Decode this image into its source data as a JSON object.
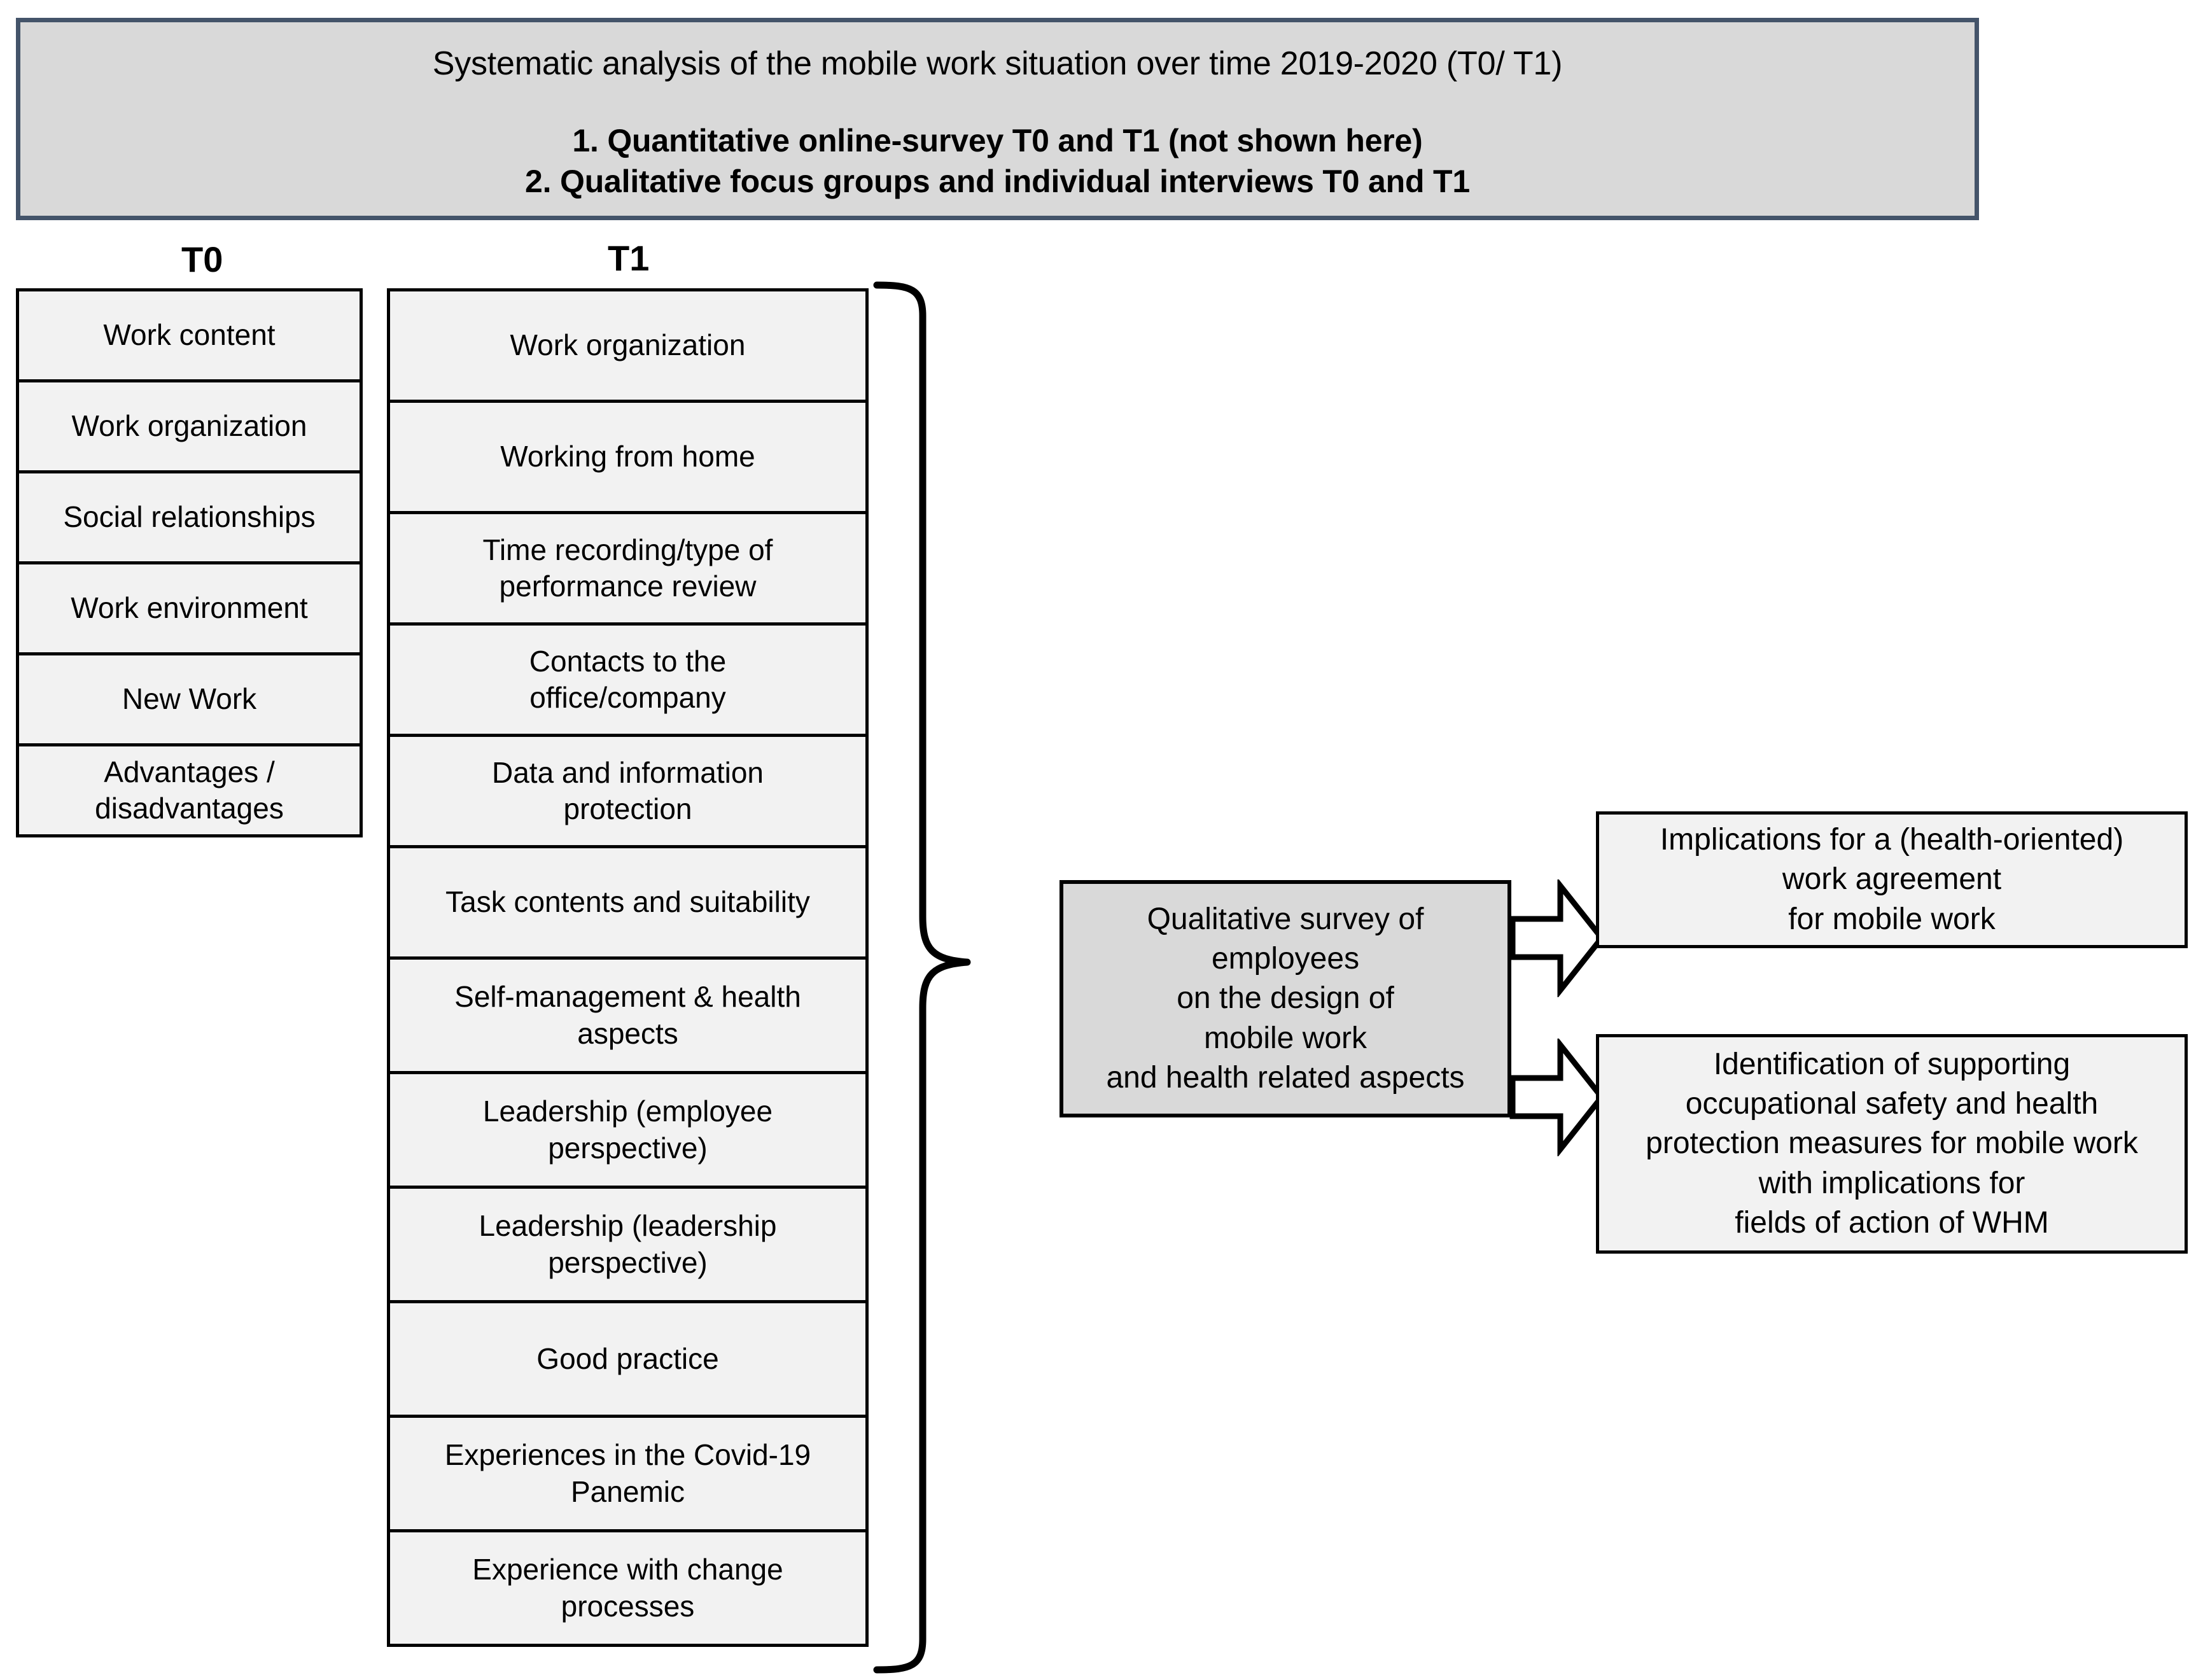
{
  "header": {
    "title": "Systematic analysis of the mobile work situation over time 2019-2020 (T0/ T1)",
    "items": [
      "1. Quantitative online-survey T0 and T1 (not shown here)",
      "2. Qualitative focus groups and individual interviews T0 and T1"
    ],
    "fill_color": "#D9D9D9",
    "border_color": "#44546A"
  },
  "columns": {
    "t0": {
      "label": "T0",
      "cells": [
        "Work content",
        "Work organization",
        "Social relationships",
        "Work environment",
        "New Work",
        "Advantages /\ndisadvantages"
      ]
    },
    "t1": {
      "label": "T1",
      "cells": [
        "Work organization",
        "Working from home",
        "Time recording/type of\nperformance review",
        "Contacts to the\noffice/company",
        "Data and information\nprotection",
        "Task contents and suitability",
        "Self-management & health\naspects",
        "Leadership (employee\nperspective)",
        "Leadership (leadership\nperspective)",
        "Good practice",
        "Experiences in the Covid-19\nPanemic",
        "Experience with change\nprocesses"
      ]
    }
  },
  "center": {
    "text": "Qualitative survey of\nemployees\non the design of\nmobile work\nand health related aspects",
    "fill_color": "#D9D9D9"
  },
  "outcomes": [
    {
      "text": "Implications for a (health-oriented)\nwork agreement\nfor mobile work",
      "fill_color": "#F2F2F2"
    },
    {
      "text": "Identification of supporting\noccupational safety and health\nprotection measures for mobile work\nwith implications for\nfields of action of WHM",
      "fill_color": "#F2F2F2"
    }
  ],
  "connectors": {
    "brace_name": "right-curly-brace",
    "arrow_names": [
      "block-arrow-right",
      "block-arrow-right"
    ]
  }
}
